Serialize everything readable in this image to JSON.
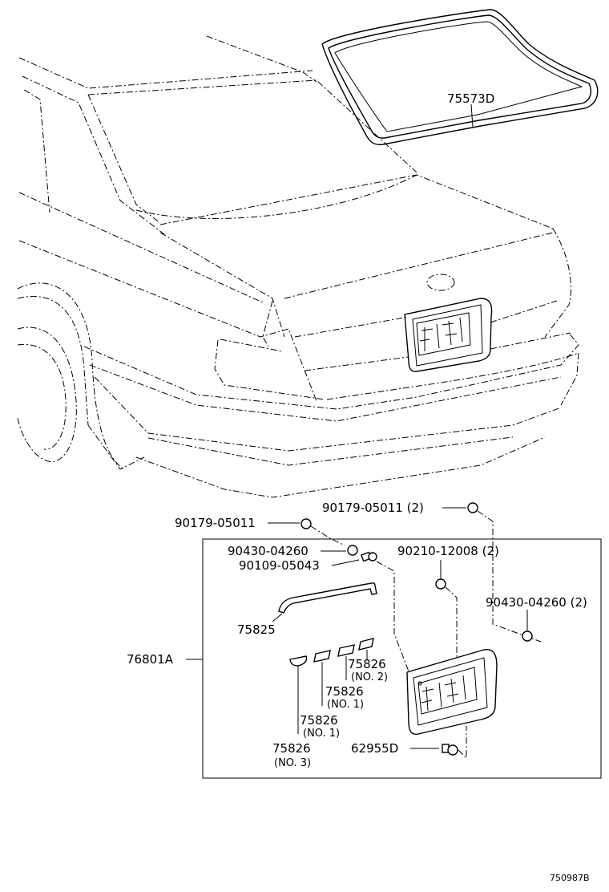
{
  "labels": {
    "glass_weatherstrip": "75573D",
    "clip_left": "90179-05011",
    "clip_right": "90179-05011 (2)",
    "clip_nut_left": "90430-04260",
    "screw": "90109-05043",
    "plug": "90210-12008 (2)",
    "clip_nut_right": "90430-04260 (2)",
    "moulding": "75825",
    "garnish_assembly": "76801A",
    "emblem_no2_part": "75826",
    "emblem_no2_note": "(NO. 2)",
    "emblem_no1a_part": "75826",
    "emblem_no1a_note": "(NO. 1)",
    "emblem_no1b_part": "75826",
    "emblem_no1b_note": "(NO. 1)",
    "emblem_no3_part": "75826",
    "emblem_no3_note": "(NO. 3)",
    "fastener": "62955D",
    "drawing_ref": "750987B"
  }
}
